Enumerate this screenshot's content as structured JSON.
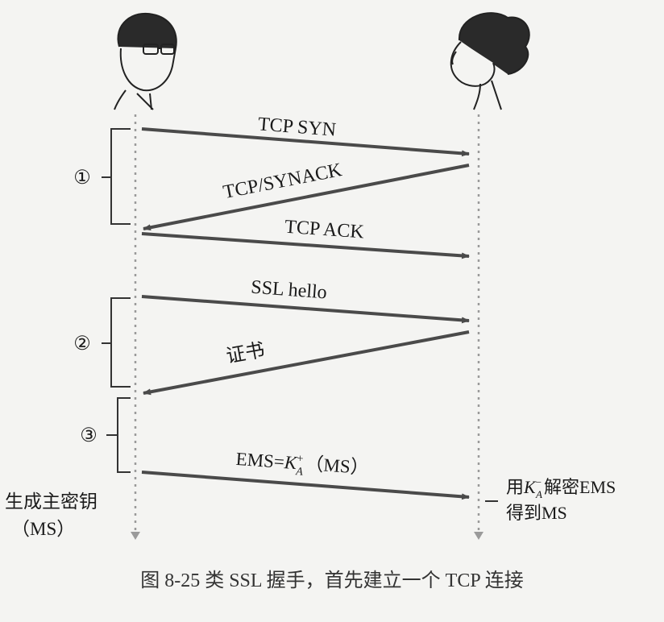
{
  "messages": {
    "tcp_syn": "TCP SYN",
    "tcp_synack": "TCP/SYNACK",
    "tcp_ack": "TCP ACK",
    "ssl_hello": "SSL hello",
    "certificate": "证书",
    "ems_prefix": "EMS=",
    "ems_key_letter": "K",
    "ems_key_sup": "+",
    "ems_key_sub": "A",
    "ems_suffix": "（MS）"
  },
  "phases": {
    "one": "①",
    "two": "②",
    "three": "③"
  },
  "left_note": {
    "line1": "生成主密钥",
    "line2": "（MS）"
  },
  "right_note": {
    "prefix": "用",
    "key_letter": "K",
    "key_sup": "−",
    "key_sub": "A",
    "suffix": "解密EMS",
    "line2": "得到MS"
  },
  "caption": "图 8-25   类 SSL 握手，首先建立一个 TCP 连接",
  "colors": {
    "arrow": "#4a4a4a",
    "lifeline": "#9a9a9a",
    "text": "#1a1a1a"
  },
  "icons": {
    "left_party": "man-with-glasses-icon",
    "right_party": "woman-icon"
  }
}
